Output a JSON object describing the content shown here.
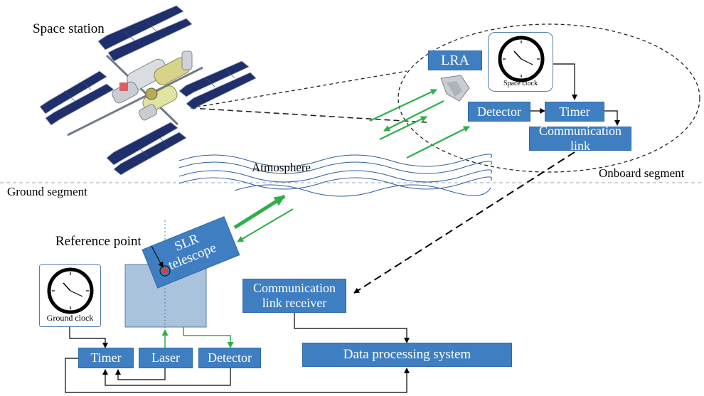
{
  "labels": {
    "space_station": "Space station",
    "onboard_segment": "Onboard segment",
    "ground_segment": "Ground segment",
    "atmosphere": "Atmosphere",
    "reference_point": "Reference point",
    "space_clock": "Space clock",
    "ground_clock": "Ground clock"
  },
  "onboard": {
    "lra": "LRA",
    "detector": "Detector",
    "timer": "Timer",
    "communication_link": "Communication link"
  },
  "ground": {
    "slr_telescope_line1": "SLR",
    "slr_telescope_line2": "telescope",
    "comm_receiver_line1": "Communication",
    "comm_receiver_line2": "link receiver",
    "data_processing": "Data processing system",
    "timer": "Timer",
    "laser": "Laser",
    "detector": "Detector"
  },
  "colors": {
    "box_fill": "#3f7fc1",
    "laser_green": "#2fae4a",
    "mount_fill": "#a9c3dd"
  }
}
